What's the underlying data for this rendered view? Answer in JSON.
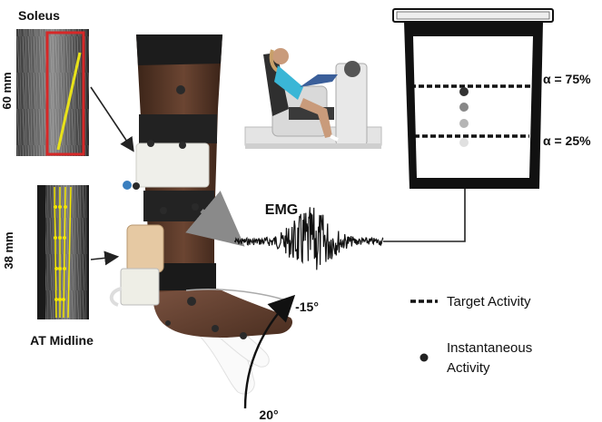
{
  "labels": {
    "soleus": "Soleus",
    "soleus_depth": "60 mm",
    "tendon_depth": "38 mm",
    "at_midline": "AT Midline",
    "emg": "EMG",
    "angle_plantar": "-15°",
    "angle_dorsi": "20°",
    "alpha_high": "α = 75%",
    "alpha_low": "α = 25%"
  },
  "legend": {
    "target_activity": "Target Activity",
    "instantaneous_line1": "Instantaneous",
    "instantaneous_line2": "Activity"
  },
  "colors": {
    "roi_box": "#d62828",
    "fascicle": "#e8e21a",
    "tendon_lines": "#f2e600",
    "skin": "#5a3a2a",
    "dark_gray_dot": "#333333",
    "mid_gray_dot": "#888888",
    "light_gray_dot": "#b5b5b5",
    "faint_dot": "#e0e0e0"
  },
  "icons": {
    "projector_screen": "projection-screen-icon",
    "dynamometer": "dynamometer-chair-photo",
    "leg": "instrumented-leg-illustration"
  }
}
